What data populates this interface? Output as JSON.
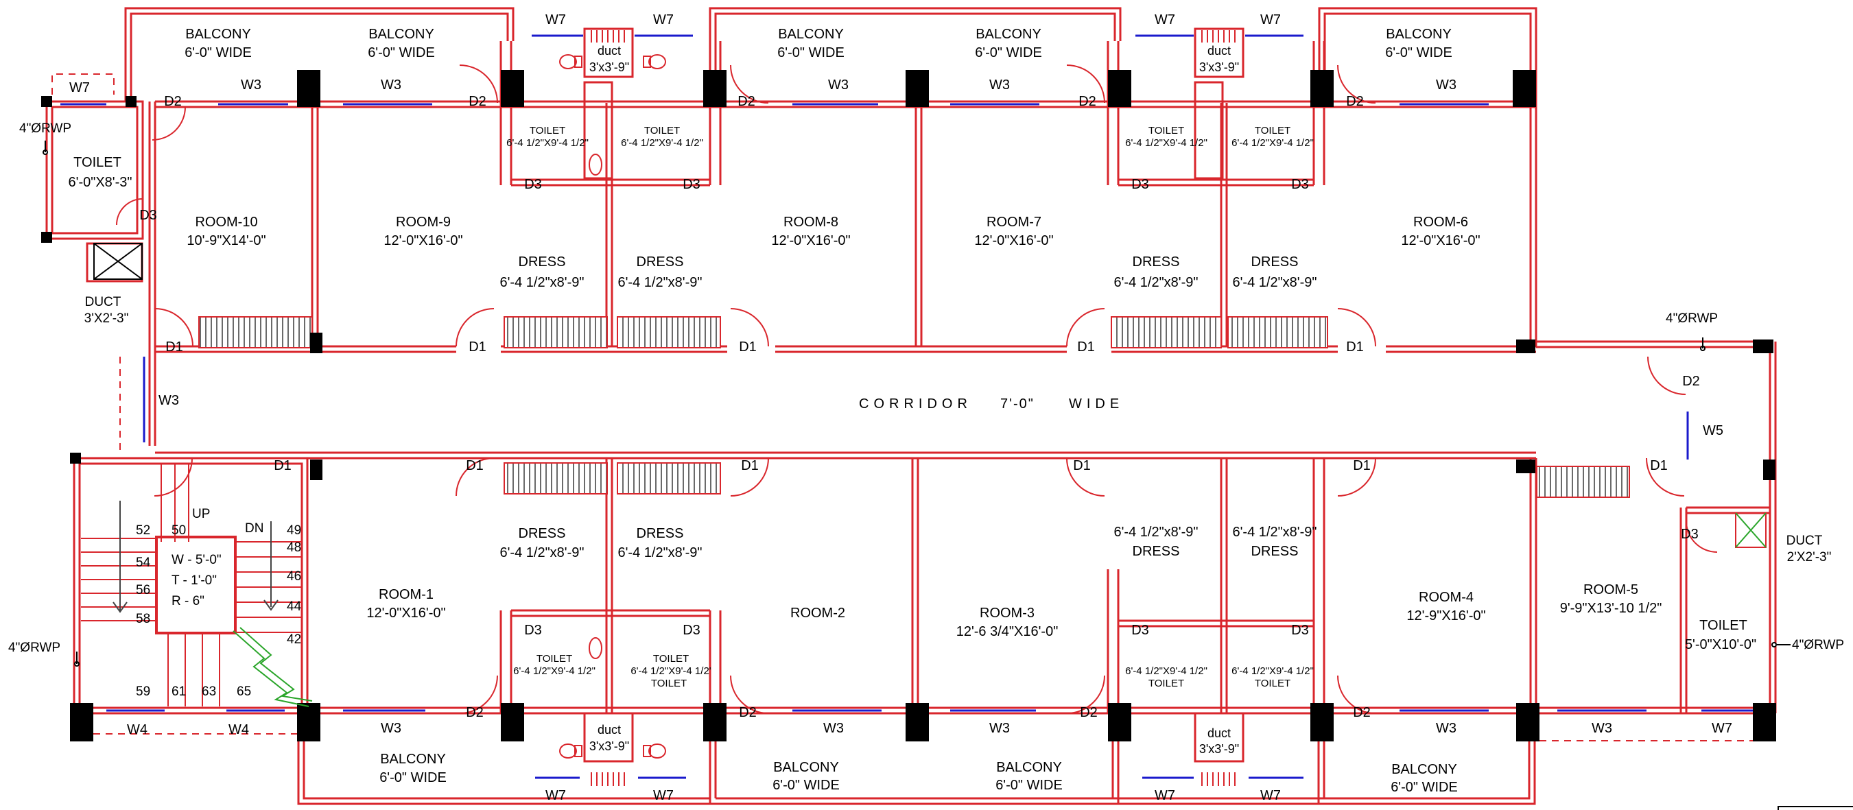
{
  "corridor": {
    "text": "CORRIDOR",
    "width": "7'-0\"",
    "wide": "WIDE"
  },
  "rooms": {
    "room10": {
      "name": "ROOM-10",
      "size": "10'-9\"X14'-0\""
    },
    "room9": {
      "name": "ROOM-9",
      "size": "12'-0\"X16'-0\""
    },
    "room8": {
      "name": "ROOM-8",
      "size": "12'-0\"X16'-0\""
    },
    "room7": {
      "name": "ROOM-7",
      "size": "12'-0\"X16'-0\""
    },
    "room6": {
      "name": "ROOM-6",
      "size": "12'-0\"X16'-0\""
    },
    "room1": {
      "name": "ROOM-1",
      "size": "12'-0\"X16'-0\""
    },
    "room2": {
      "name": "ROOM-2"
    },
    "room3": {
      "name": "ROOM-3",
      "size": "12'-6 3/4\"X16'-0\""
    },
    "room4": {
      "name": "ROOM-4",
      "size": "12'-9\"X16'-0\""
    },
    "room5": {
      "name": "ROOM-5",
      "size": "9'-9\"X13'-10 1/2\""
    }
  },
  "balcony": {
    "label": "BALCONY",
    "width": "6'-0\" WIDE"
  },
  "dress": {
    "label": "DRESS",
    "size": "6'-4 1/2\"x8'-9\""
  },
  "toilet": {
    "label": "TOILET",
    "size_top": "6'-4 1/2\"X9'-4 1/2\"",
    "size_bottom": "6'-4 1/2\"X9'-4 1/2\"",
    "size_bottom_b": "6'-4 1/2\"X9'-4 1/2'"
  },
  "corner_toilet": {
    "label": "TOILET",
    "size": "6'-0\"X8'-3\""
  },
  "toilet5": {
    "label": "TOILET",
    "size": "5'-0\"X10'-0\""
  },
  "duct": {
    "label": "duct",
    "size": "3'x3'-9\""
  },
  "duct_left": {
    "label": "DUCT",
    "size": "3'X2'-3\""
  },
  "duct_right": {
    "label": "DUCT",
    "size": "2'X2'-3\""
  },
  "rwp": "4\"ØRWP",
  "stair": {
    "up": "UP",
    "dn": "DN",
    "w": "W - 5'-0\"",
    "t": "T - 1'-0\"",
    "r": "R -   6\"",
    "steps": [
      "52",
      "50",
      "49",
      "48",
      "54",
      "46",
      "56",
      "44",
      "58",
      "42",
      "59",
      "61",
      "63",
      "65"
    ]
  },
  "tags": {
    "w3": "W3",
    "w4": "W4",
    "w5": "W5",
    "w7": "W7",
    "d1": "D1",
    "d2": "D2",
    "d3": "D3"
  },
  "colors": {
    "wall": "#d9262c",
    "window": "#1a1acc",
    "column": "#000000",
    "duct_cross": "#2aa52a"
  }
}
